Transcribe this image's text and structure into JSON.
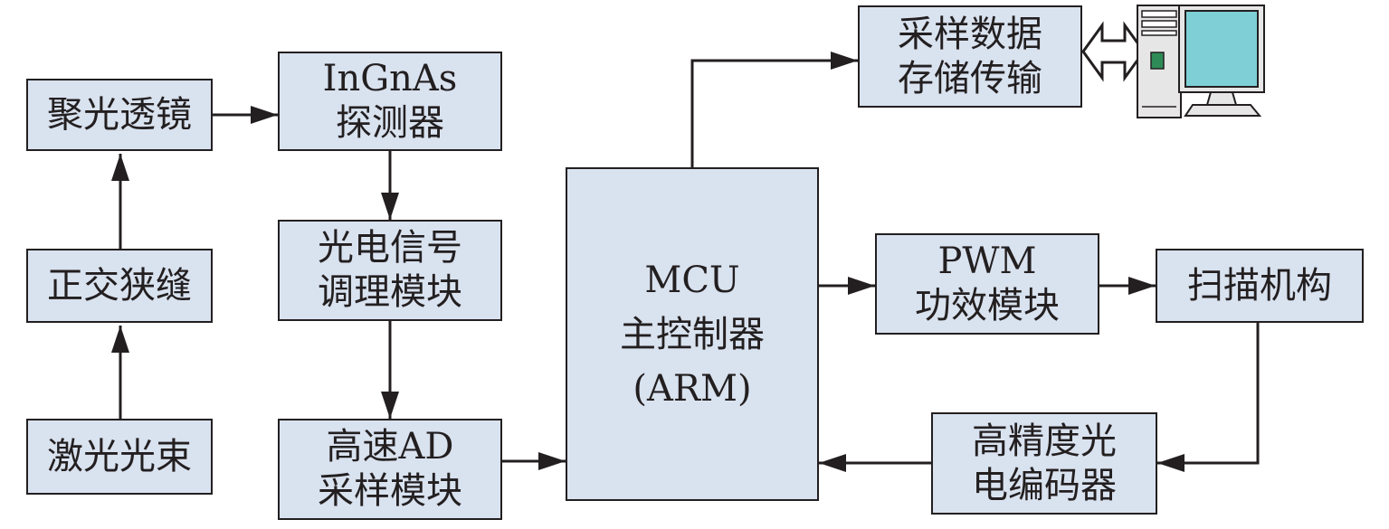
{
  "colors": {
    "box_fill": "#d9e2ef",
    "stroke": "#231f20",
    "monitor_screen": "#7ecfd6",
    "pc_case": "#e6e6e6"
  },
  "nodes": {
    "lens": {
      "lines": [
        "聚光透镜"
      ]
    },
    "slit": {
      "lines": [
        "正交狭缝"
      ]
    },
    "laser": {
      "lines": [
        "激光光束"
      ]
    },
    "detector": {
      "lines": [
        "InGnAs",
        "探测器"
      ]
    },
    "conditioning": {
      "lines": [
        "光电信号",
        "调理模块"
      ]
    },
    "adc": {
      "lines": [
        "高速AD",
        "采样模块"
      ]
    },
    "mcu": {
      "lines": [
        "MCU",
        "主控制器",
        "(ARM)"
      ]
    },
    "storage": {
      "lines": [
        "采样数据",
        "存储传输"
      ]
    },
    "pwm": {
      "lines": [
        "PWM",
        "功效模块"
      ]
    },
    "scanner": {
      "lines": [
        "扫描机构"
      ]
    },
    "encoder": {
      "lines": [
        "高精度光",
        "电编码器"
      ]
    }
  },
  "icons": {
    "computer": "desktop-computer-icon",
    "bidirectional_arrow": "double-arrow-icon"
  }
}
